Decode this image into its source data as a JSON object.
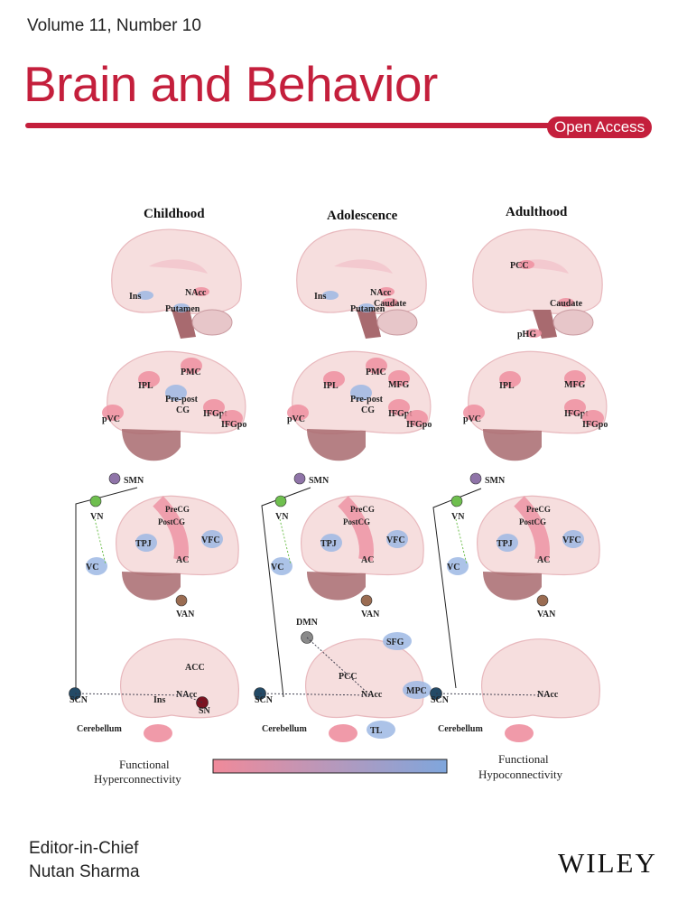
{
  "header": {
    "volume": "Volume 11, Number 10",
    "journal": "Brain and Behavior",
    "badge": "Open Access"
  },
  "figure": {
    "columns": [
      "Childhood",
      "Adolescence",
      "Adulthood"
    ],
    "legend": {
      "left": [
        "Functional",
        "Hyperconnectivity"
      ],
      "right": [
        "Functional",
        "Hypoconnectivity"
      ],
      "gradient": [
        "#f08a9a",
        "#7fa6dc"
      ]
    },
    "colors": {
      "hyper": "#ee8fa0",
      "hypo": "#9db8e4",
      "brain": "#f6dede",
      "brainstem": "#a86a6f",
      "SMN": "#8f74a8",
      "VN": "#6fbf4f",
      "VAN": "#9a6c52",
      "SCN": "#234a66",
      "SN": "#7a1220",
      "DMN": "#8a8a8a"
    },
    "rows": {
      "medial_subcortical": [
        [
          "Ins",
          "NAcc",
          "Putamen"
        ],
        [
          "Ins",
          "NAcc",
          "Caudate",
          "Putamen"
        ],
        [
          "PCC",
          "Caudate",
          "pHG"
        ]
      ],
      "lateral": [
        [
          "IPL",
          "PMC",
          "Pre-post",
          "CG",
          "pVC",
          "IFGpt",
          "IFGpo"
        ],
        [
          "IPL",
          "PMC",
          "MFG",
          "Pre-post",
          "CG",
          "pVC",
          "IFGpt",
          "IFGpo"
        ],
        [
          "IPL",
          "MFG",
          "pVC",
          "IFGpt",
          "IFGpo"
        ]
      ],
      "networks": [
        [
          "SMN",
          "VN",
          "PreCG",
          "PostCG",
          "TPJ",
          "VFC",
          "VC",
          "AC",
          "VAN"
        ],
        [
          "SMN",
          "VN",
          "PreCG",
          "PostCG",
          "TPJ",
          "VFC",
          "VC",
          "AC",
          "VAN"
        ],
        [
          "SMN",
          "VN",
          "PreCG",
          "PostCG",
          "TPJ",
          "VFC",
          "VC",
          "AC",
          "VAN"
        ]
      ],
      "subcortical_networks": [
        [
          "ACC",
          "NAcc",
          "Ins",
          "SN",
          "SCN",
          "Cerebellum"
        ],
        [
          "DMN",
          "SFG",
          "PCC",
          "MPC",
          "NAcc",
          "SCN",
          "TL",
          "Cerebellum"
        ],
        [
          "NAcc",
          "SCN",
          "Cerebellum"
        ]
      ]
    }
  },
  "footer": {
    "editor_role": "Editor-in-Chief",
    "editor_name": "Nutan Sharma",
    "publisher": "WILEY"
  }
}
